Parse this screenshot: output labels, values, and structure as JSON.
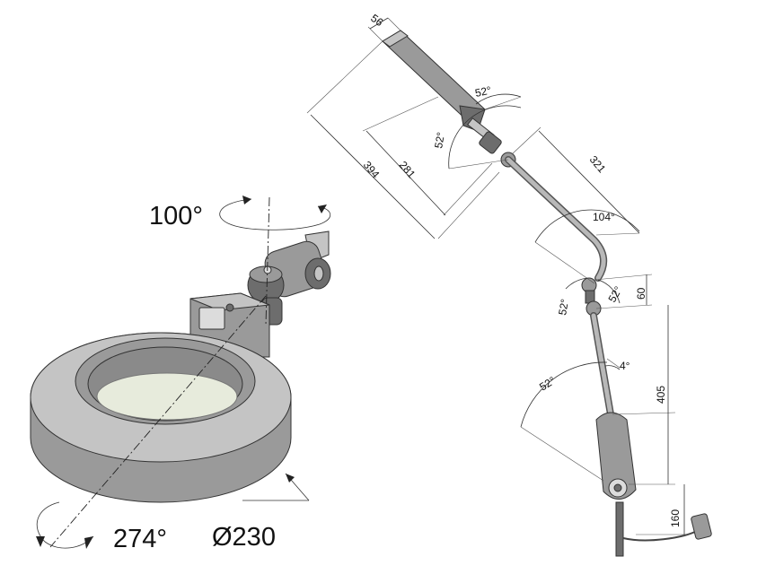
{
  "left_view": {
    "rotation_top": "100°",
    "rotation_bottom": "274°",
    "diameter": "Ø230"
  },
  "right_view": {
    "head_width": "56",
    "head_length": "394",
    "head_offset": "281",
    "upper_arm": "321",
    "head_angle_outer": "52°",
    "head_angle_inner": "52°",
    "elbow_angle": "104°",
    "joint_height": "60",
    "joint_angle_left": "52°",
    "joint_angle_right": "52°",
    "lower_arm_angle": "4°",
    "lower_arm_length": "405",
    "base_angle": "52°",
    "clamp_height": "160"
  }
}
